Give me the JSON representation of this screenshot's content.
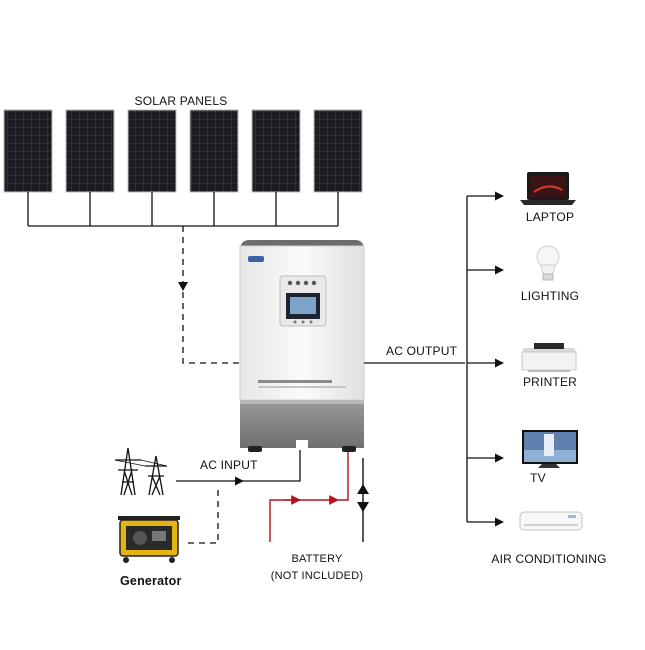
{
  "labels": {
    "solar_panels": "SOLAR PANELS",
    "ac_output": "AC OUTPUT",
    "ac_input": "AC INPUT",
    "generator": "Generator",
    "battery_line1": "BATTERY",
    "battery_line2": "(NOT INCLUDED)"
  },
  "loads": [
    {
      "label": "LAPTOP",
      "icon": "laptop-icon"
    },
    {
      "label": "LIGHTING",
      "icon": "light-bulb-icon"
    },
    {
      "label": "PRINTER",
      "icon": "printer-icon"
    },
    {
      "label": "TV",
      "icon": "tv-icon"
    },
    {
      "label": "AIR CONDITIONING",
      "icon": "air-conditioner-icon"
    }
  ],
  "colors": {
    "line": "#111111",
    "battery_line": "#b3121a",
    "panel": "#1d1d22",
    "inverter_body": "#f3f3f3",
    "inverter_base": "#8e8e8e"
  }
}
